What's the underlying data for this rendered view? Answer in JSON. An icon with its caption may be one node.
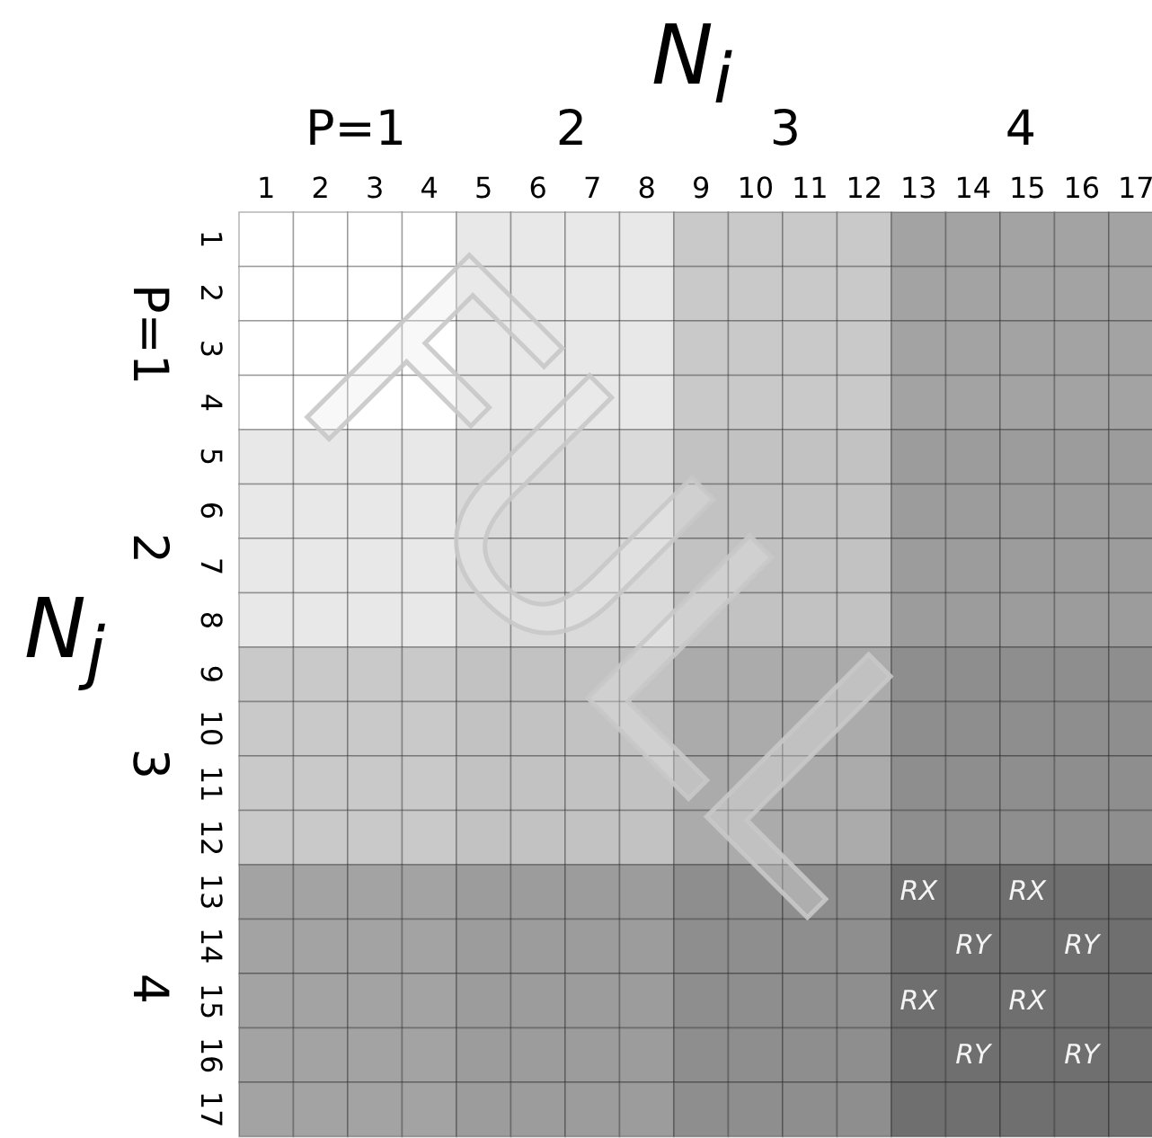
{
  "diagram": {
    "labels": [
      "N$_{i}$",
      "P=1",
      "2",
      "3",
      "4",
      "1",
      "2",
      "3",
      "4",
      "5",
      "6",
      "7",
      "8",
      "9",
      "10",
      "11",
      "12",
      "13",
      "14",
      "15",
      "16",
      "17",
      "P=1",
      "2",
      "3",
      "4",
      "1",
      "2",
      "3",
      "4",
      "5",
      "6",
      "7",
      "8",
      "9",
      "10",
      "11",
      "12",
      "13",
      "14",
      "15",
      "16",
      "17",
      "N$_{j}$",
      "FULL",
      "RX",
      "RX",
      "RY",
      "RY",
      "RX",
      "RX",
      "RY",
      "RY"
    ]
  }
}
